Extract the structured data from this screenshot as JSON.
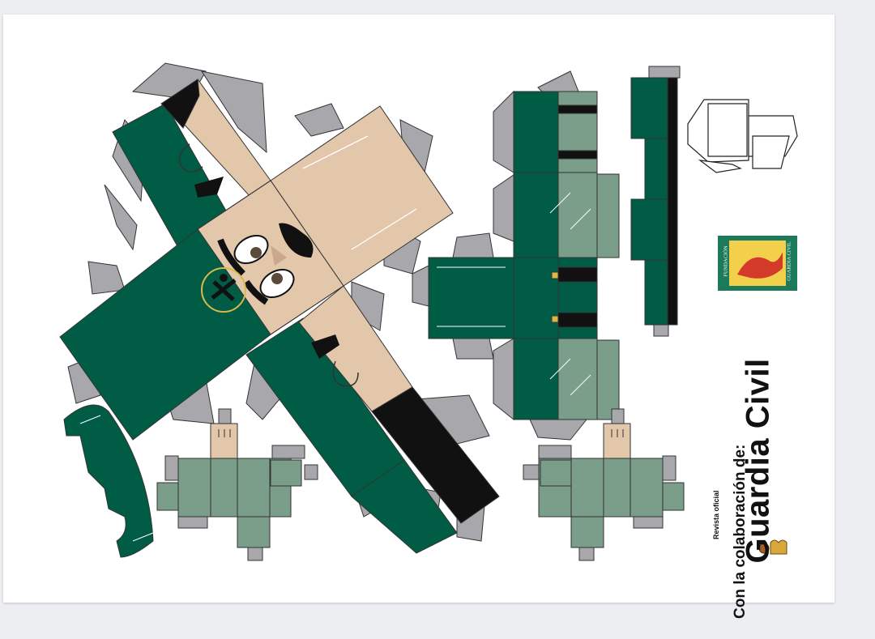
{
  "sheet": {
    "credit_line": "Con la colaboración de:",
    "magazine_prefix": "Revista oficial",
    "magazine_name": "Guardia Civil",
    "foundation_left": "FUNDACIÓN",
    "foundation_right": "GUARDIA CIVIL"
  },
  "colors": {
    "uniform_green": "#005c45",
    "trouser_green": "#7a9e8a",
    "skin": "#e2c7ab",
    "tab_gray": "#a8a8ac",
    "hair_black": "#111111"
  },
  "icons": [
    "guardia-civil-emblem-icon",
    "fundacion-logo-icon",
    "crest-icon"
  ]
}
